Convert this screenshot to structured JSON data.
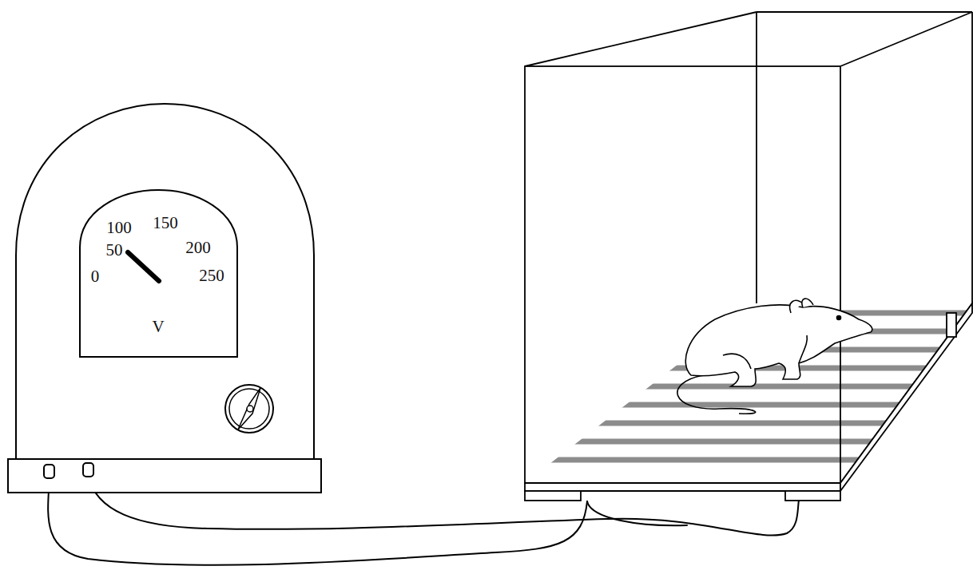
{
  "diagram": {
    "labels": [
      "0",
      "50",
      "100",
      "150",
      "200",
      "250",
      "V"
    ]
  }
}
